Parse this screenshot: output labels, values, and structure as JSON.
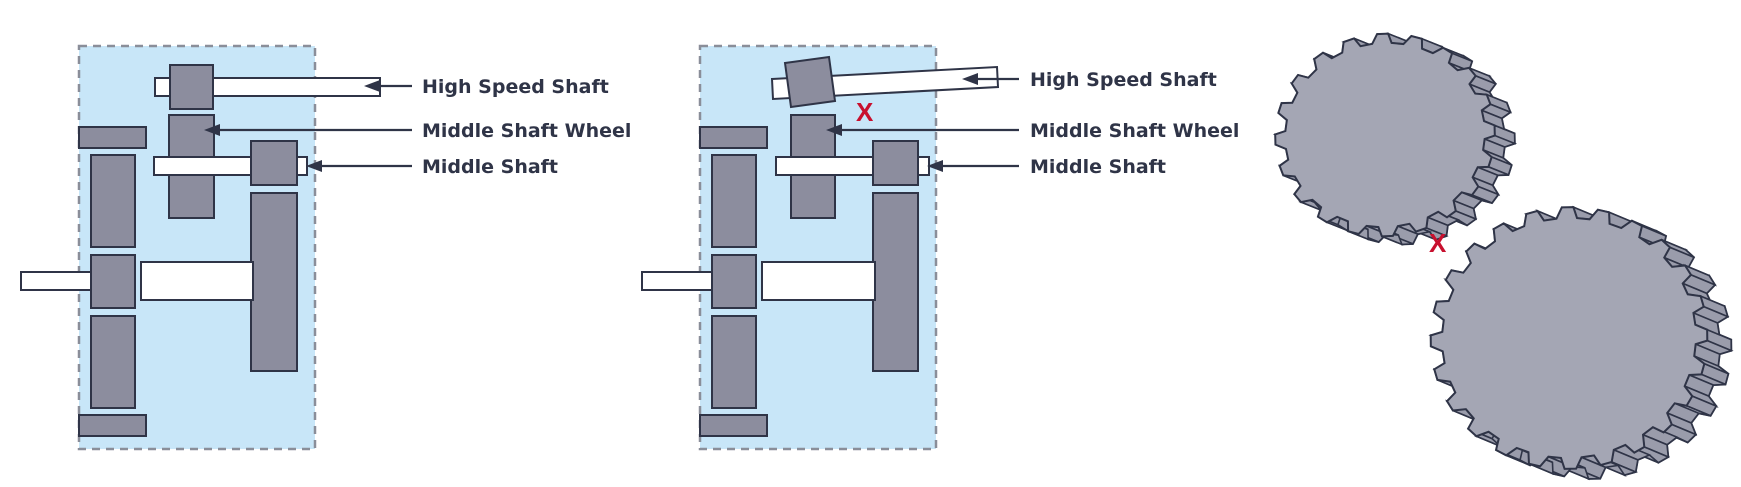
{
  "diagram_left": {
    "labels": {
      "high_speed_shaft": "High Speed Shaft",
      "middle_shaft_wheel": "Middle Shaft Wheel",
      "middle_shaft": "Middle Shaft"
    }
  },
  "diagram_middle": {
    "labels": {
      "high_speed_shaft": "High Speed Shaft",
      "middle_shaft_wheel": "Middle Shaft Wheel",
      "middle_shaft": "Middle Shaft"
    },
    "misalignment_mark": "X"
  },
  "diagram_right": {
    "misalignment_mark": "X"
  },
  "colors": {
    "housing_fill": "#c8e6f8",
    "housing_border": "#8a8e99",
    "gear_fill": "#8c8d9e",
    "gear_stroke": "#2f3447",
    "shaft_fill": "#ffffff",
    "label_text": "#2f3447",
    "mark_red": "#c8102e",
    "wheel_face": "#a4a6b4",
    "wheel_teeth": "#9a9cab"
  }
}
